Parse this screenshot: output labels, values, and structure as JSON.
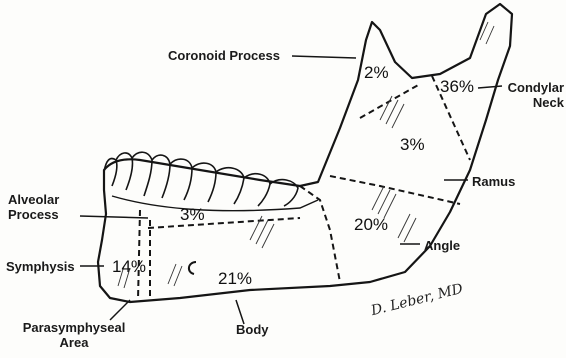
{
  "diagram": {
    "labels": {
      "coronoid_process": "Coronoid Process",
      "condylar_neck": "Condylar Neck",
      "ramus": "Ramus",
      "angle": "Angle",
      "alveolar_process": "Alveolar Process",
      "symphysis": "Symphysis",
      "parasymphyseal_area": "Parasymphyseal Area",
      "body": "Body"
    },
    "percentages": {
      "coronoid": "2%",
      "condylar": "36%",
      "ramus": "3%",
      "angle": "20%",
      "alveolar": "3%",
      "symphysis": "14%",
      "body": "21%"
    },
    "signature": "D. Leber, MD",
    "colors": {
      "ink": "#1a1a1a",
      "paper": "#fdfdfb"
    }
  }
}
